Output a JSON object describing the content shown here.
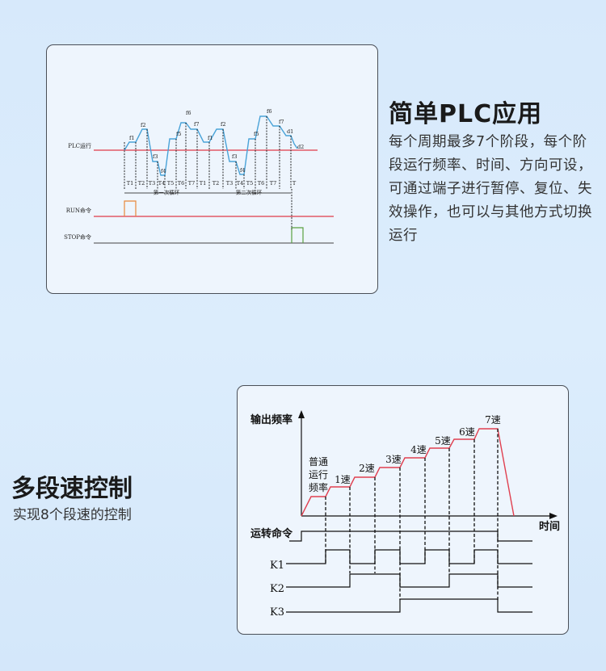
{
  "section1": {
    "title": "简单PLC应用",
    "description": "每个周期最多7个阶段，每个阶段运行频率、时间、方向可设，可通过端子进行暂停、复位、失效操作，也可以与其他方式切换运行",
    "diagram": {
      "plc_label": "PLC运行",
      "run_label": "RUN命令",
      "stop_label": "STOP命令",
      "cycle1_label": "第一次循环",
      "cycle2_label": "第二次循环",
      "freq_labels": [
        "f1",
        "f2",
        "f3",
        "f4",
        "f5",
        "f6",
        "f7",
        "f1",
        "f2",
        "f3",
        "f4",
        "f5",
        "f6",
        "f7",
        "d1",
        "d2"
      ],
      "time_labels": [
        "T1",
        "T2",
        "T3",
        "T4",
        "T5",
        "T6",
        "T7",
        "T1",
        "T2",
        "T3",
        "T4",
        "T5",
        "T6",
        "T7",
        "T"
      ],
      "colors": {
        "plc_line": "#e03a4a",
        "curve": "#4aa3d8",
        "run_pulse": "#e8883a",
        "stop_pulse": "#5aa040"
      }
    }
  },
  "section2": {
    "title": "多段速控制",
    "description": "实现8个段速的控制",
    "diagram": {
      "y_axis_label": "输出频率",
      "x_axis_label": "时间",
      "command_label": "运转命令",
      "normal_label": [
        "普通",
        "运行",
        "频率"
      ],
      "speed_labels": [
        "1速",
        "2速",
        "3速",
        "4速",
        "5速",
        "6速",
        "7速"
      ],
      "signal_labels": [
        "K1",
        "K2",
        "K3"
      ],
      "colors": {
        "freq_line": "#e04050"
      }
    }
  }
}
